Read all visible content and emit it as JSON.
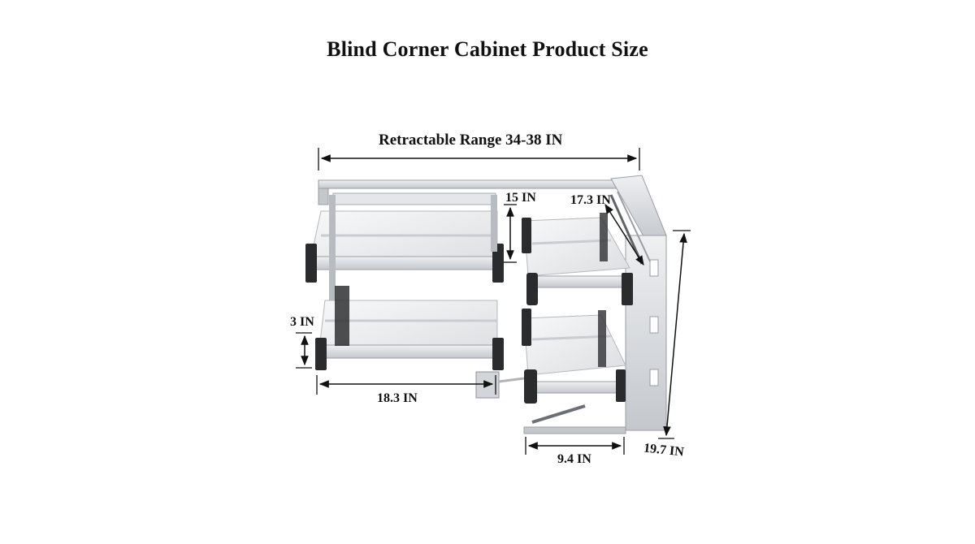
{
  "title": "Blind Corner Cabinet Product Size",
  "dimensions": {
    "retractable_range": "Retractable Range 34-38 IN",
    "basket_spacing": "15 IN",
    "corner_width": "17.3 IN",
    "basket_height": "3 IN",
    "left_width": "18.3 IN",
    "right_width": "9.4 IN",
    "depth": "19.7 IN"
  },
  "colors": {
    "frame": "#c9ccd1",
    "basket": "#dfe1e4",
    "glass": "#f1f2f3",
    "handle": "#2a2b2d",
    "line": "#111111"
  }
}
